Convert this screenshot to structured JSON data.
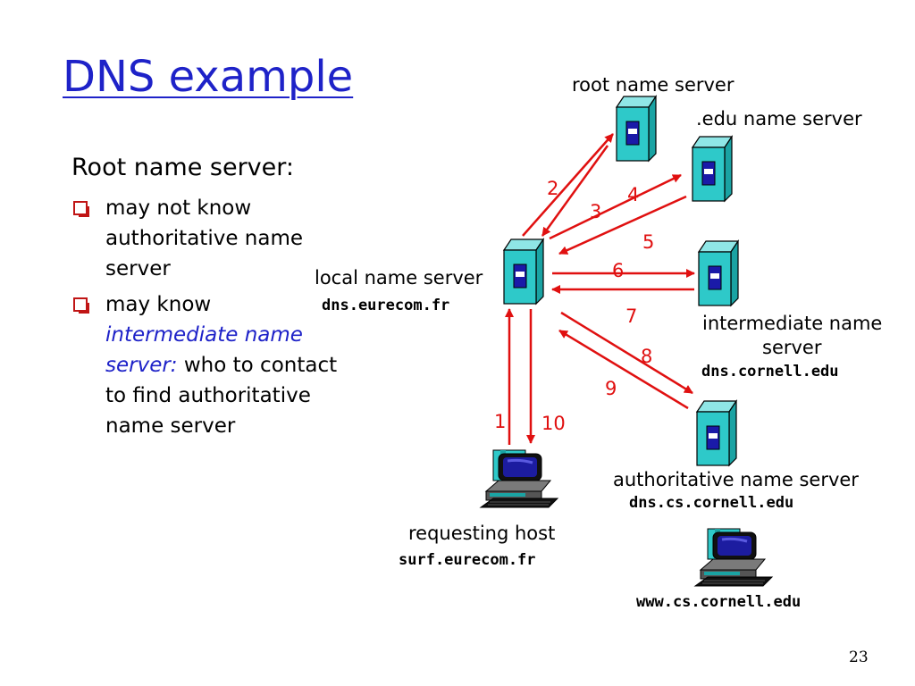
{
  "title": "DNS example",
  "left_panel": {
    "heading": "Root name server:",
    "bullets": [
      {
        "plain": "may not know authoritative name server"
      },
      {
        "prefix": "may know ",
        "emph": "intermediate name server:",
        "suffix": " who to contact to find authoritative name server"
      }
    ]
  },
  "nodes": {
    "root": {
      "name": "root name server"
    },
    "edu": {
      "name": ".edu name server"
    },
    "local": {
      "name": "local name server",
      "host": "dns.eurecom.fr"
    },
    "intermediate": {
      "name_line1": "intermediate name",
      "name_line2": "server",
      "host": "dns.cornell.edu"
    },
    "authoritative": {
      "name": "authoritative name server",
      "host": "dns.cs.cornell.edu"
    },
    "requesting": {
      "name": "requesting host",
      "host": "surf.eurecom.fr"
    },
    "web": {
      "host": "www.cs.cornell.edu"
    }
  },
  "steps": [
    "1",
    "2",
    "3",
    "4",
    "5",
    "6",
    "7",
    "8",
    "9",
    "10"
  ],
  "colors": {
    "title": "#1e22c8",
    "arrow": "#e01010",
    "server": "#2ec9c9",
    "disk": "#1a1aa8"
  },
  "page_number": "23"
}
